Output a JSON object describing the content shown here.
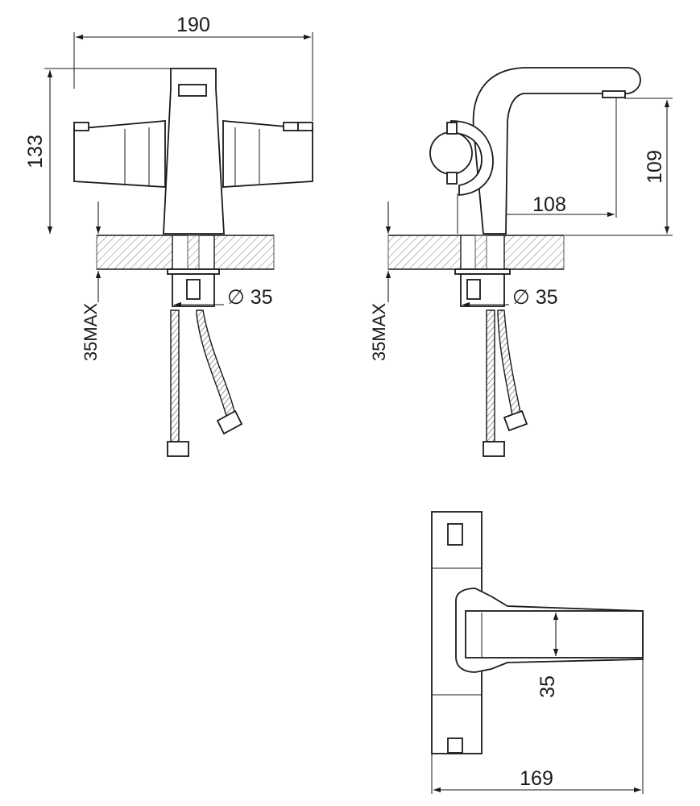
{
  "front_view": {
    "width_dim": "190",
    "height_dim": "133",
    "deck_dim": "35MAX",
    "hole_dim": "∅ 35"
  },
  "side_view": {
    "spout_height_dim": "109",
    "spout_reach_dim": "108",
    "deck_dim": "35MAX",
    "hole_dim": "∅ 35"
  },
  "top_view": {
    "depth_dim": "35",
    "length_dim": "169"
  }
}
